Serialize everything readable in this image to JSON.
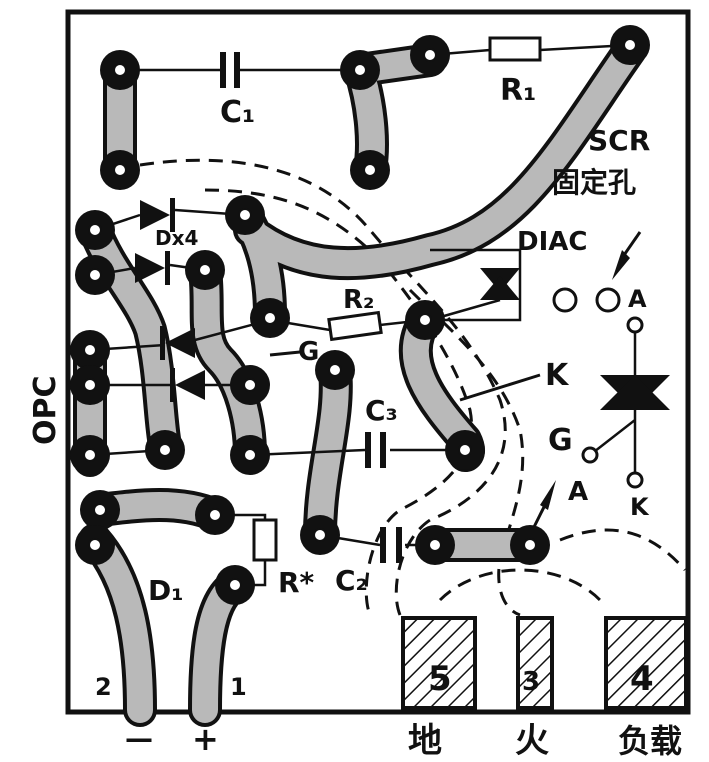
{
  "board": {
    "component_labels": {
      "c1": "C₁",
      "r1": "R₁",
      "scr_fix_hole_line1": "SCR",
      "scr_fix_hole_line2": "固定孔",
      "diode_bridge": "Dx4",
      "diac": "DIAC",
      "r2": "R₂",
      "g_gate_small": "G",
      "c3": "C₃",
      "k_left": "K",
      "opc": "OPC",
      "a_right_top": "A",
      "g_right": "G",
      "a_right_mid": "A",
      "k_right": "K",
      "d1": "D₁",
      "r_star": "R*",
      "c2": "C₂"
    },
    "terminals": {
      "t1_number": "2",
      "t2_number": "1",
      "t3_number": "5",
      "t4_number": "3",
      "t5_number": "4"
    },
    "bottom_labels": {
      "minus": "—",
      "plus": "+",
      "ground": "地",
      "live": "火",
      "load": "负载"
    }
  }
}
